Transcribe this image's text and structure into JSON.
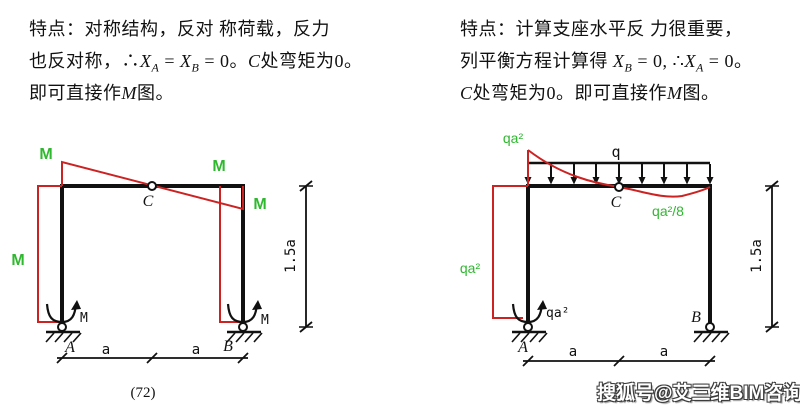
{
  "colors": {
    "moment_diagram_red": "#cc2222",
    "label_green": "#2fb82f",
    "frame_black": "#111111"
  },
  "left_text": {
    "line1": "特点：对称结构，反对 称荷载，反力",
    "line2_pre": "也反对称，∴",
    "line2_x1": "X",
    "line2_sub1": "A",
    "line2_eq": " = ",
    "line2_x2": "X",
    "line2_sub2": "B",
    "line2_end": " = 0。",
    "line2_c": "C",
    "line2_tail": "处弯矩为0。",
    "line3_pre": "即可直接作",
    "line3_m": "M",
    "line3_tail": "图。"
  },
  "right_text": {
    "line1": "特点：计算支座水平反 力很重要，",
    "line2_pre": "列平衡方程计算得 ",
    "line2_x1": "X",
    "line2_sub1": "B",
    "line2_mid": " = 0, ∴",
    "line2_x2": "X",
    "line2_sub2": "A",
    "line2_end": " = 0。",
    "line3_c": "C",
    "line3_mid": "处弯矩为0。即可直接作",
    "line3_m": "M",
    "line3_tail": "图。"
  },
  "left_diagram": {
    "moment_top_left": "M",
    "moment_top_right": "M",
    "moment_right_outer": "M",
    "moment_left_mid": "M",
    "support_moment_a": "M",
    "support_moment_b": "M",
    "node_c": "C",
    "node_a": "A",
    "node_b": "B",
    "dim_span_left": "a",
    "dim_span_right": "a",
    "dim_height": "1.5a",
    "figure_number": "(72)"
  },
  "right_diagram": {
    "load_label": "q",
    "moment_top": "qa²",
    "moment_mid_span": "qa²/8",
    "moment_left_mid": "qa²",
    "support_moment_a": "qa²",
    "node_c": "C",
    "node_a": "A",
    "node_b": "B",
    "dim_span_left": "a",
    "dim_span_right": "a",
    "dim_height": "1.5a"
  },
  "watermark": "搜狐号@艾三维BIM咨询"
}
